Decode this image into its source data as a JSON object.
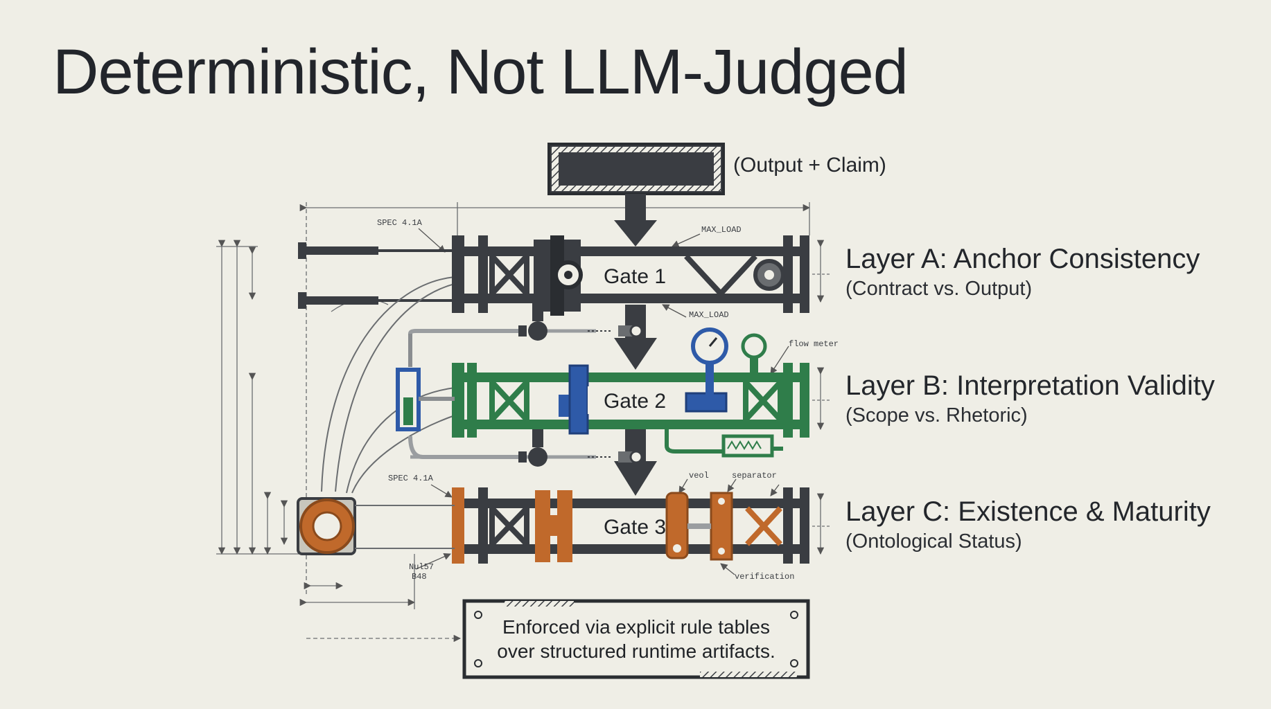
{
  "title": "Deterministic, Not LLM-Judged",
  "input_label": "(Output + Claim)",
  "gates": [
    {
      "label": "Gate 1",
      "color": "#3a3d42"
    },
    {
      "label": "Gate 2",
      "color": "#2f7d4a"
    },
    {
      "label": "Gate 3",
      "color": "#3a3d42"
    }
  ],
  "layers": [
    {
      "title": "Layer A: Anchor Consistency",
      "subtitle": "(Contract vs. Output)"
    },
    {
      "title": "Layer B: Interpretation Validity",
      "subtitle": "(Scope vs. Rhetoric)"
    },
    {
      "title": "Layer C: Existence & Maturity",
      "subtitle": "(Ontological Status)"
    }
  ],
  "annotations": {
    "spec_top": "SPEC 4.1A",
    "max_load_top": "MAX_LOAD",
    "max_load_mid": "MAX_LOAD",
    "flow_meter": "flow meter",
    "spec_bottom": "SPEC 4.1A",
    "vent": "veol",
    "separator": "separator",
    "verification": "verification",
    "note_a": "Nul57",
    "note_b": "B48"
  },
  "footer": {
    "line1": "Enforced via explicit rule tables",
    "line2": "over structured runtime artifacts."
  },
  "colors": {
    "background": "#efeee6",
    "dark": "#3a3d42",
    "green": "#2f7d4a",
    "blue": "#2e5aa8",
    "orange": "#c0692b"
  }
}
